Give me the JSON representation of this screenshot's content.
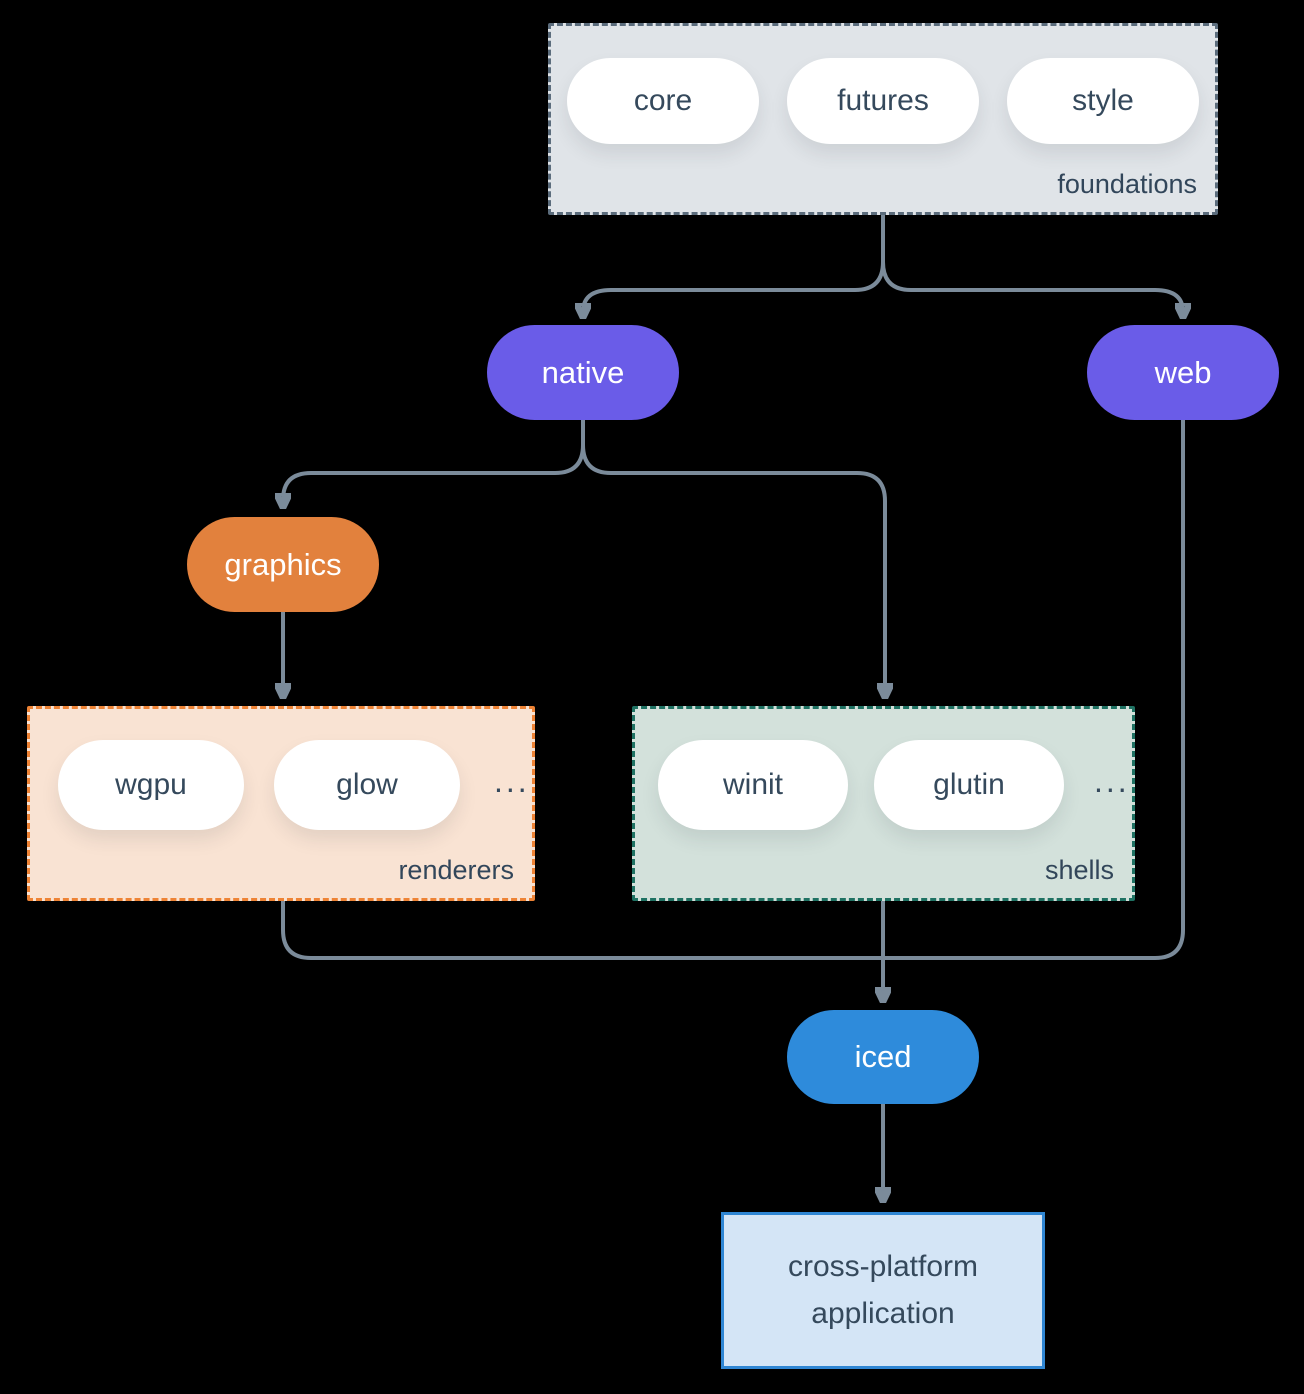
{
  "diagram": {
    "colors": {
      "background": "#000000",
      "connector": "#7b8b9a",
      "purple_node": "#6a5ce8",
      "orange_node": "#e2813d",
      "blue_node": "#2e8bdb",
      "foundations_fill": "#e0e4e8",
      "foundations_border": "#5b6c7c",
      "renderers_fill": "#f9e3d3",
      "renderers_border": "#ee8335",
      "shells_fill": "#d3e1db",
      "shells_border": "#1f7263",
      "application_fill": "#d4e5f6",
      "application_border": "#2f86d3",
      "dark_text": "#35495c"
    },
    "foundations": {
      "label": "foundations",
      "pills": [
        "core",
        "futures",
        "style"
      ]
    },
    "nodes": {
      "native": "native",
      "web": "web",
      "graphics": "graphics",
      "iced": "iced"
    },
    "renderers": {
      "label": "renderers",
      "pills": [
        "wgpu",
        "glow"
      ],
      "ellipsis": "..."
    },
    "shells": {
      "label": "shells",
      "pills": [
        "winit",
        "glutin"
      ],
      "ellipsis": "..."
    },
    "application": {
      "label": "cross-platform application"
    }
  }
}
